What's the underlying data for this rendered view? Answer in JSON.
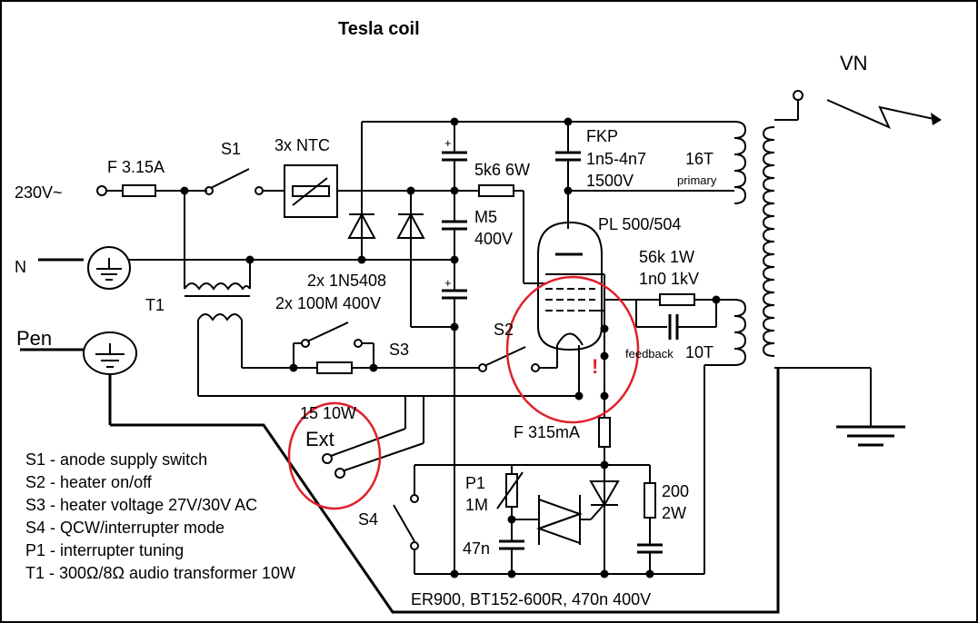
{
  "title": "Tesla coil",
  "labels": {
    "mains_l": "230V~",
    "mains_n": "N",
    "pen": "Pen",
    "fuse_main": "F 3.15A",
    "s1": "S1",
    "ntc": "3x NTC",
    "fkp": "FKP",
    "fkp_cap": "1n5-4n7",
    "fkp_volt": "1500V",
    "primary_turns": "16T",
    "primary": "primary",
    "res_5k6": "5k6 6W",
    "cap_m5": "M5",
    "cap_m5_volt": "400V",
    "tube": "PL 500/504",
    "res_56k": "56k 1W",
    "cap_1n0": "1n0 1kV",
    "feedback": "feedback",
    "feedback_turns": "10T",
    "t1": "T1",
    "diodes": "2x 1N5408",
    "caps_100m": "2x 100M 400V",
    "s2": "S2",
    "s3": "S3",
    "res_15": "15 10W",
    "ext": "Ext",
    "excl": "!",
    "fuse_anode": "F 315mA",
    "p1": "P1",
    "p1_val": "1M",
    "cap_47n": "47n",
    "res_200": "200",
    "res_200_w": "2W",
    "s4": "S4",
    "bottom_parts": "ER900, BT152-600R, 470n 400V",
    "vn": "VN"
  },
  "legend": [
    "S1 - anode supply switch",
    "S2 - heater on/off",
    "S3 - heater voltage 27V/30V AC",
    "S4 - QCW/interrupter mode",
    "P1 - interrupter tuning",
    "T1 - 300Ω/8Ω audio transformer 10W"
  ]
}
